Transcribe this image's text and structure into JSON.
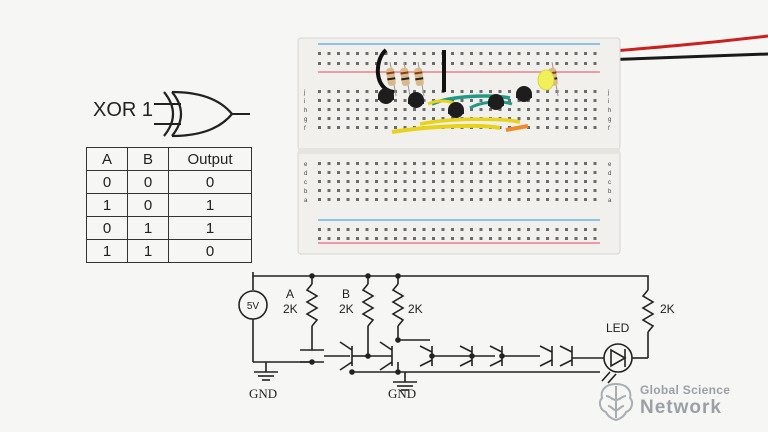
{
  "gate_title": "XOR 1",
  "truth_table": {
    "headers": [
      "A",
      "B",
      "Output"
    ],
    "rows": [
      [
        "0",
        "0",
        "0"
      ],
      [
        "1",
        "0",
        "1"
      ],
      [
        "0",
        "1",
        "1"
      ],
      [
        "1",
        "1",
        "0"
      ]
    ]
  },
  "schematic": {
    "supply_label": "5V",
    "input_labels": [
      "A",
      "B"
    ],
    "resistor_label": "2K",
    "led_label": "LED",
    "ground_label": "GND"
  },
  "breadboard": {
    "row_letters_top": [
      "a",
      "b",
      "c",
      "d",
      "e",
      "f",
      "g",
      "h",
      "i",
      "j"
    ],
    "row_letters_bottom": [
      "a",
      "b",
      "c",
      "d",
      "e"
    ]
  },
  "watermark": {
    "line1": "Global Science",
    "line2": "Network"
  },
  "colors": {
    "board": "#f1f0ec",
    "rail_red": "#e86a7e",
    "rail_blue": "#57a8d8",
    "wire_yellow": "#e8d21a",
    "wire_green": "#1f9a86",
    "wire_orange": "#f08a2a",
    "transistor": "#1d1d1d"
  }
}
